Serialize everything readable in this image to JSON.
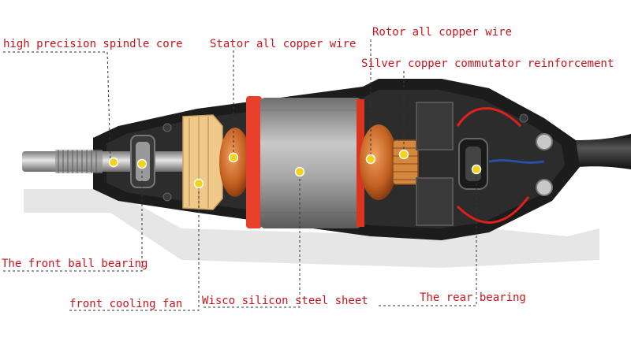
{
  "labels": {
    "spindle_core": "high precision spindle core",
    "stator_wire": "Stator all copper wire",
    "rotor_wire": "Rotor all copper wire",
    "commutator": "Silver copper commutator reinforcement",
    "front_bearing": "The front ball bearing",
    "cooling_fan": "front cooling fan",
    "silicon_steel": "Wisco silicon steel sheet",
    "rear_bearing": "The rear bearing"
  },
  "colors": {
    "label_text": "#c8141c",
    "marker": "#f2d21a",
    "leader_line": "#333333",
    "housing": "#1c1c1c",
    "stator_core": "#9a9a9a",
    "stator_band": "#e8402c",
    "copper": "#c26a2a",
    "fan": "#f0c98a"
  }
}
